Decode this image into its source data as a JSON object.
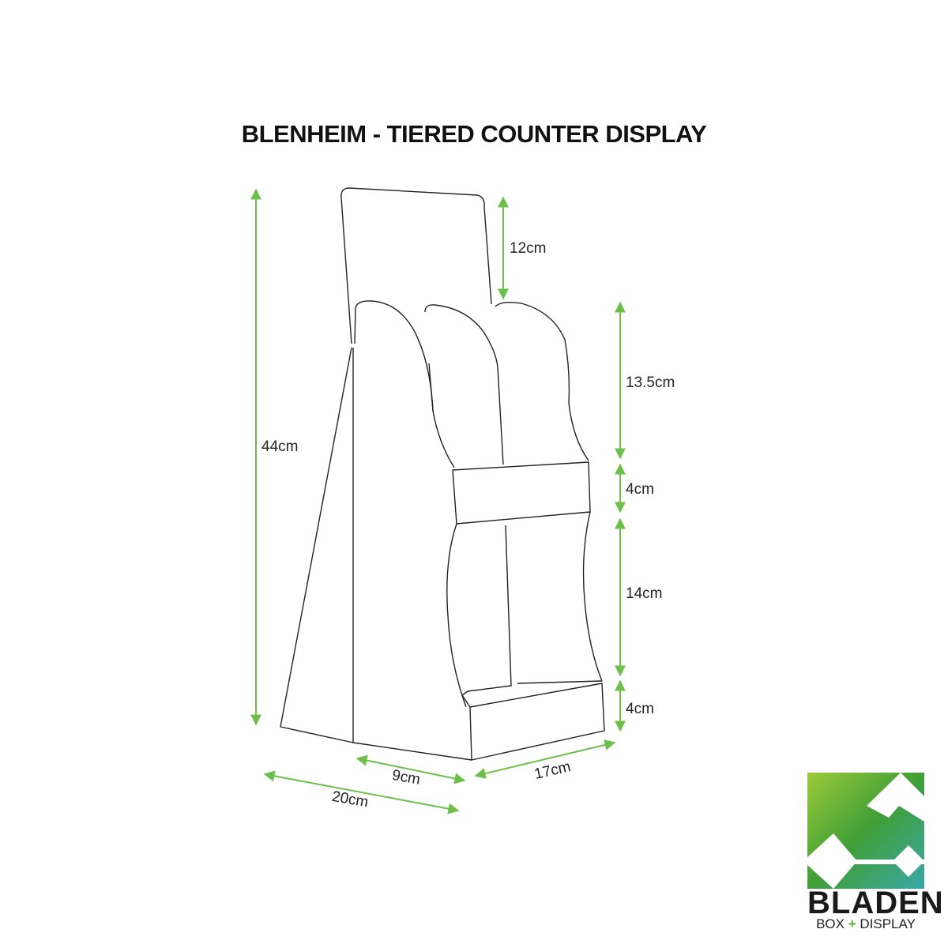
{
  "title": "BLENHEIM - TIERED COUNTER DISPLAY",
  "dimensions": {
    "total_height": "44cm",
    "header_height": "12cm",
    "top_tier_height": "13.5cm",
    "band_top": "4cm",
    "lower_tier_height": "14cm",
    "base_height": "4cm",
    "depth_total": "20cm",
    "depth_inner": "9cm",
    "width": "17cm"
  },
  "logo": {
    "name": "BLADEN",
    "tagline_left": "BOX",
    "tagline_plus": "+",
    "tagline_right": "DISPLAY"
  },
  "colors": {
    "dimension_lines": "#6cc04a",
    "outline": "#222222"
  }
}
